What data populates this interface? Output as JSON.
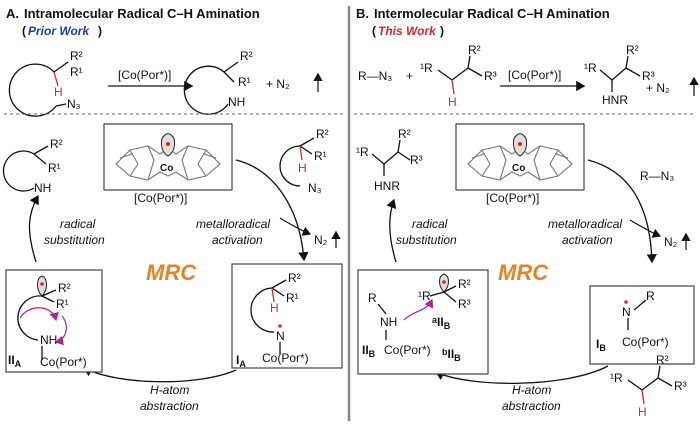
{
  "panels": {
    "a": {
      "letter": "A.",
      "title": "Intramolecular Radical C–H Amination",
      "tag_open": "(",
      "tag": "Prior Work",
      "tag_close": ")",
      "reagent": "[Co(Por*)]",
      "byproduct": "+ N₂",
      "cycle_center": "MRC",
      "catalyst_label": "[Co(Por*)]",
      "left_step": [
        "radical",
        "substitution"
      ],
      "right_step": [
        "metalloradical",
        "activation"
      ],
      "bottom_step": [
        "H-atom",
        "abstraction"
      ],
      "int_left": "II",
      "int_left_sub": "A",
      "int_right": "I",
      "int_right_sub": "A",
      "n2_release": "N₂"
    },
    "b": {
      "letter": "B.",
      "title": "Intermolecular Radical C–H Amination",
      "tag_open": "(",
      "tag": "This Work",
      "tag_close": ")",
      "reagent": "[Co(Por*)]",
      "byproduct": "+ N₂",
      "cycle_center": "MRC",
      "catalyst_label": "[Co(Por*)]",
      "left_step": [
        "radical",
        "substitution"
      ],
      "right_step": [
        "metalloradical",
        "activation"
      ],
      "bottom_step": [
        "H-atom",
        "abstraction"
      ],
      "int_left": "II",
      "int_left_sub": "B",
      "int_left_a": "a",
      "int_left_b": "b",
      "int_right": "I",
      "int_right_sub": "B",
      "n2_release": "N₂",
      "azide": "R—N₃"
    }
  },
  "atoms": {
    "R1": "R¹",
    "R2": "R²",
    "R3": "R³",
    "1R": "¹R",
    "H": "H",
    "N3": "N₃",
    "NH": "NH",
    "N": "N",
    "HNR": "HNR",
    "R": "R",
    "Co": "Co",
    "plus": "+",
    "CoPor": "Co(Por*)"
  },
  "colors": {
    "accent_red": "#d8262e",
    "title_blue": "#1f3f99",
    "mrc_orange": "#e8822a",
    "magenta": "#b0209a"
  }
}
